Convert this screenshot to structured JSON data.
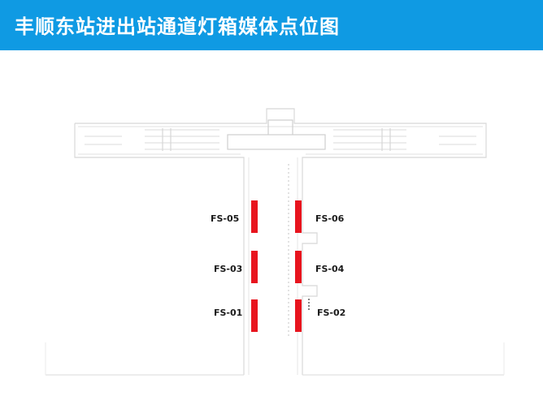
{
  "header": {
    "title": "丰顺东站进出站通道灯箱媒体点位图"
  },
  "colors": {
    "header_bg": "#0f9ae3",
    "lightbox": "#e8141e",
    "plan_line": "#dcdcdc"
  },
  "media_points": [
    {
      "id": "FS-05",
      "side": "left",
      "row": 1
    },
    {
      "id": "FS-06",
      "side": "right",
      "row": 1
    },
    {
      "id": "FS-03",
      "side": "left",
      "row": 2
    },
    {
      "id": "FS-04",
      "side": "right",
      "row": 2
    },
    {
      "id": "FS-01",
      "side": "left",
      "row": 3
    },
    {
      "id": "FS-02",
      "side": "right",
      "row": 3
    }
  ]
}
